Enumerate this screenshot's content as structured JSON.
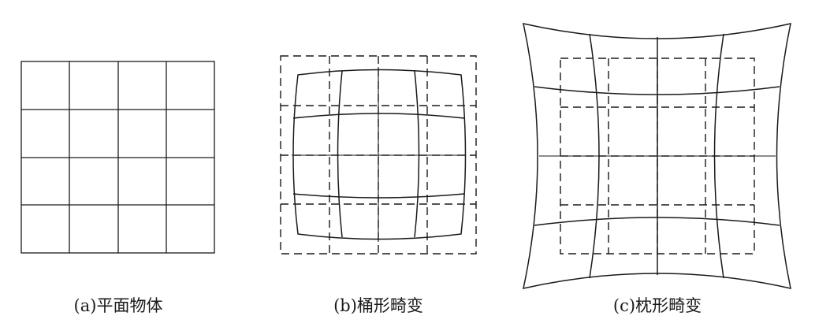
{
  "figure": {
    "panels": [
      {
        "id": "a",
        "caption": "(a)平面物体"
      },
      {
        "id": "b",
        "caption": "(b)桶形畸变"
      },
      {
        "id": "c",
        "caption": "(c)枕形畸变"
      }
    ],
    "grid": {
      "rows": 4,
      "cols": 4
    },
    "colors": {
      "line": "#1a1a1a",
      "background": "#ffffff"
    }
  }
}
